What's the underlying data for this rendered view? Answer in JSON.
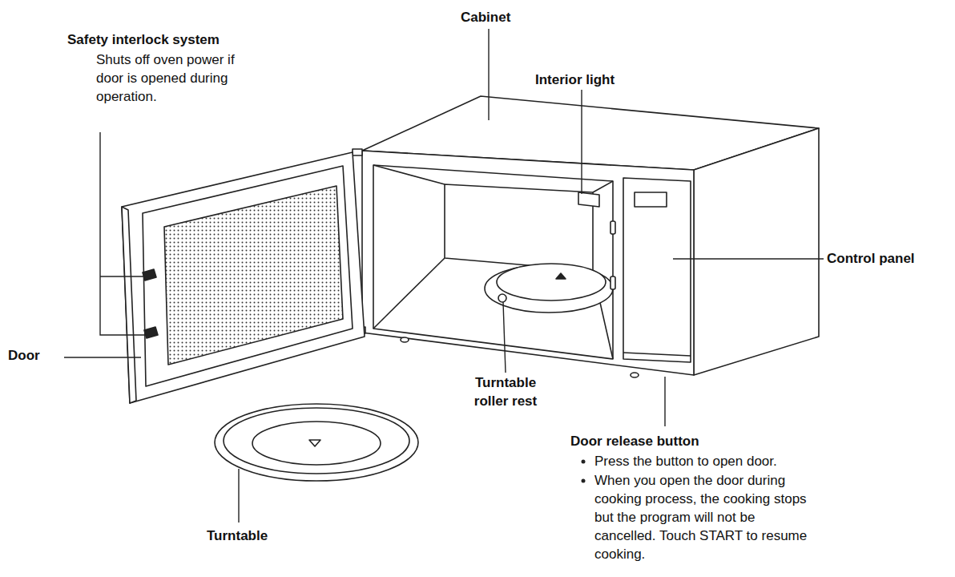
{
  "diagram": {
    "labels": [
      "Cabinet",
      "Safety interlock system",
      "Shuts off oven power if door is opened during operation.",
      "Interior light",
      "Control panel",
      "Door",
      "Turntable roller rest",
      "Turntable",
      "Door release button",
      "Press the button to open door.",
      "When you open the door during cooking process, the cooking stops but the program will not be cancelled. Touch START to resume cooking."
    ]
  }
}
